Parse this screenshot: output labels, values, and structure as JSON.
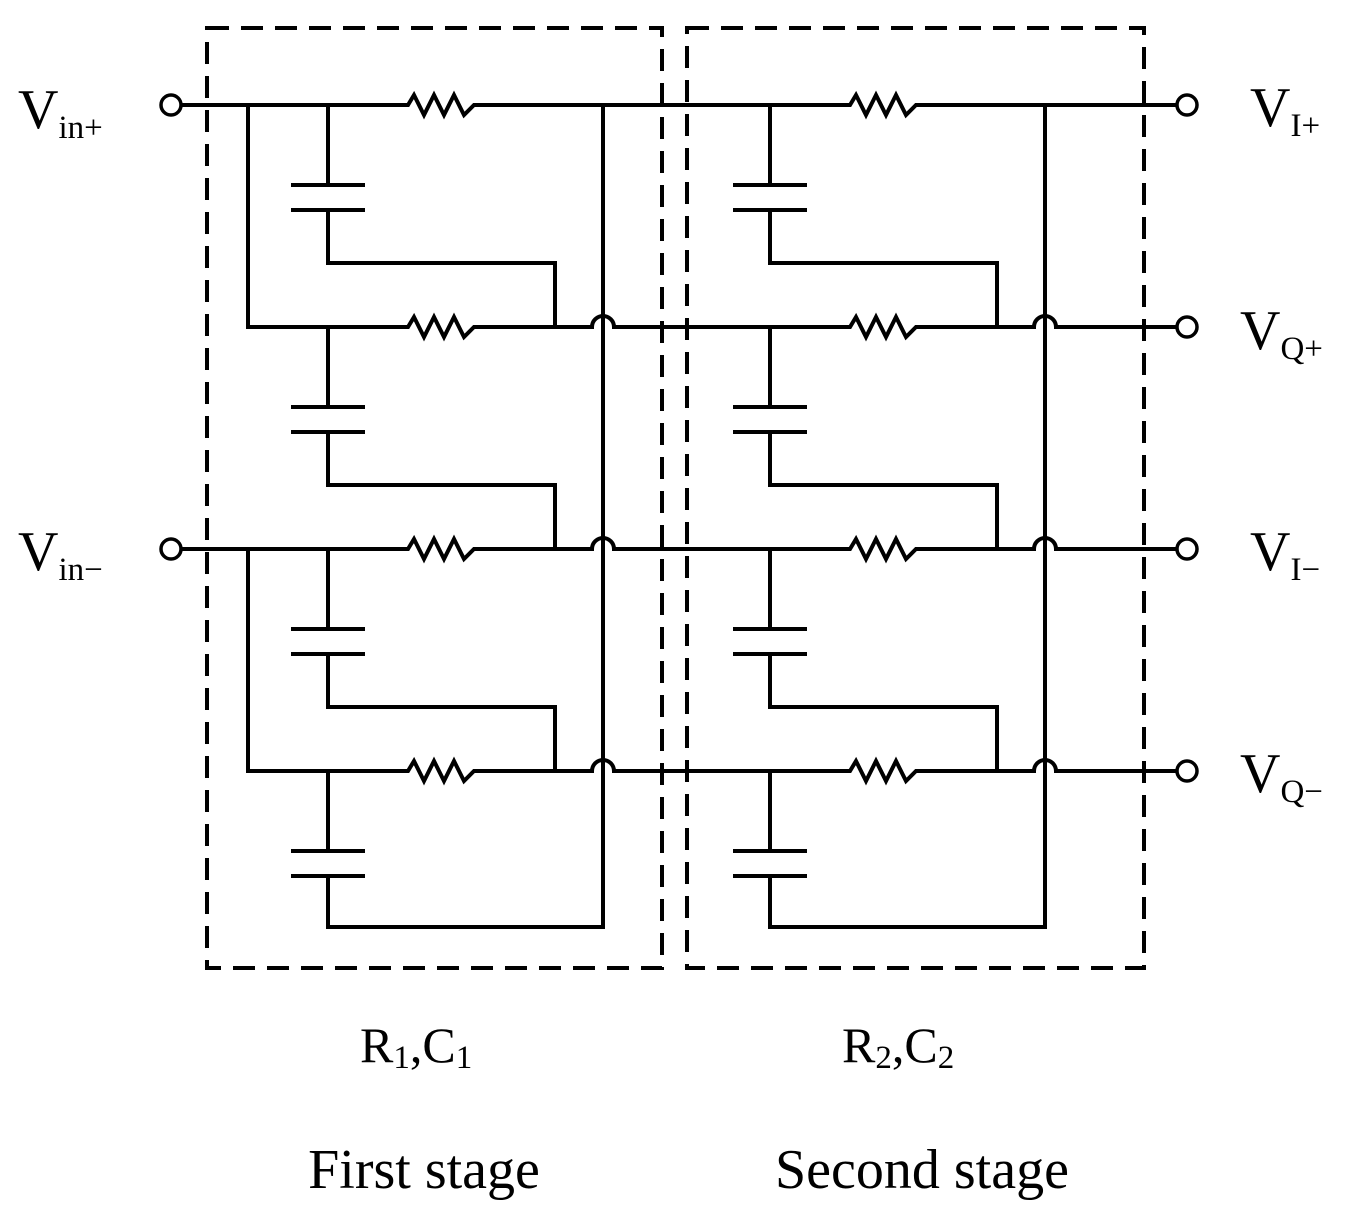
{
  "terminals": {
    "vin_plus": {
      "main": "V",
      "sub": "in+"
    },
    "vin_minus": {
      "main": "V",
      "sub": "in−"
    },
    "vi_plus": {
      "main": "V",
      "sub": "I+"
    },
    "vq_plus": {
      "main": "V",
      "sub": "Q+"
    },
    "vi_minus": {
      "main": "V",
      "sub": "I−"
    },
    "vq_minus": {
      "main": "V",
      "sub": "Q−"
    }
  },
  "stages": [
    {
      "components": {
        "r": "R",
        "r_sub": "1",
        "sep": ",",
        "c": "C",
        "c_sub": "1"
      },
      "name": "First stage"
    },
    {
      "components": {
        "r": "R",
        "r_sub": "2",
        "sep": ",",
        "c": "C",
        "c_sub": "2"
      },
      "name": "Second stage"
    }
  ]
}
